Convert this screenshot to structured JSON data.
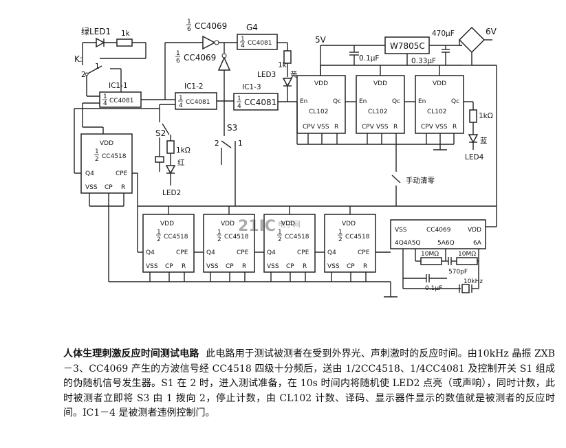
{
  "labels": {
    "led1": "绿LED1",
    "r1k_a": "1k",
    "k": "K:",
    "k_pos1": "1",
    "k_pos2": "2",
    "ic1_1": "IC1-1",
    "ic1_1_part": "CC4081",
    "ic1_2": "IC1-2",
    "ic1_2_part": "CC4081",
    "ic1_3": "IC1-3",
    "ic1_3_part": "CC4081",
    "inv_a": "CC4069",
    "inv_b": "CC4069",
    "g4": "G4",
    "g4_part": "CC4081",
    "r1k_b": "1k",
    "led3": "LED3",
    "led3_color": "黄",
    "s2": "S2",
    "r1k_c": "1kΩ",
    "led2_color": "红",
    "led2": "LED2",
    "s3": "S3",
    "s3_pos2": "2",
    "s3_pos1": "1",
    "v5": "5V",
    "c01": "0.1μF",
    "reg": "W7805C",
    "c470": "470μF",
    "c033": "0.33μF",
    "v6": "6V",
    "vdd": "VDD",
    "vss": "VSS",
    "en": "En",
    "qc": "Qc",
    "cl102": "CL102",
    "cpv": "CPV",
    "r": "R",
    "r1kohm": "1kΩ",
    "led4_color": "蓝",
    "led4": "LED4",
    "manual_reset": "手动清零",
    "cc4518": "CC4518",
    "q4": "Q4",
    "cpe": "CPE",
    "cp": "CP",
    "cc4069": "CC4069",
    "pins_a": "4Q4A5Q",
    "pins_b": "5A6Q",
    "pins_c": "6A",
    "r10m_a": "10MΩ",
    "r10m_b": "10MΩ",
    "c570": "570pF",
    "c01b": "0.1μF",
    "xtal": "10kHz",
    "frac_num": "1",
    "frac_den6": "6",
    "frac_den4": "4",
    "frac_den2": "2",
    "watermark": "21IC",
    "watermark_sub": "电子网"
  },
  "caption": {
    "title": "人体生理刺激反应时间测试电路",
    "body": "此电路用于测试被测者在受到外界光、声刺激时的反应时间。由10kHz 晶振 ZXB－3、CC4069 产生的方波信号经 CC4518 四级十分频后，送由 1/2CC4518、1/4CC4081 及控制开关 S1 组成的伪随机信号发生器。S1 在 2 时，进入测试准备，在 10s 时间内将随机使 LED2 点亮（或声响），同时计数，此时被测者立即将 S3 由 1 拨向 2，停止计数，由 CL102 计数、译码、显示器件显示的数值就是被测者的反应时间。IC1－4 是被测者违例控制门。"
  }
}
